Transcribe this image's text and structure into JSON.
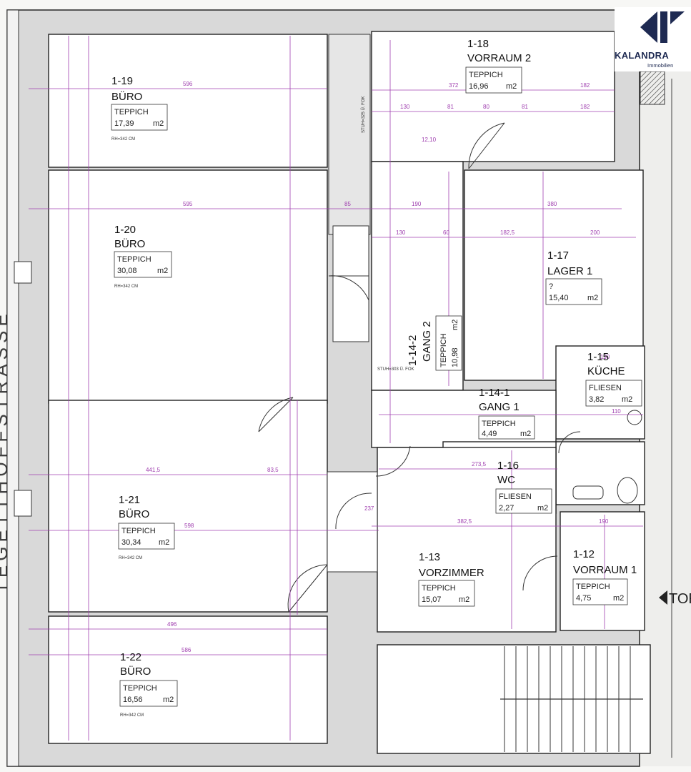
{
  "brand": {
    "name": "KALANDRA",
    "subtitle": "Immobilien"
  },
  "entrance_label": "TOR",
  "street_label": "TEGETTHOFFSTRASSE",
  "rooms": [
    {
      "key": "r19",
      "id": "1-19",
      "name": "BÜRO",
      "floor": "TEPPICH",
      "area": "17,39",
      "unit": "m2",
      "rh": "RH=342 CM"
    },
    {
      "key": "r20",
      "id": "1-20",
      "name": "BÜRO",
      "floor": "TEPPICH",
      "area": "30,08",
      "unit": "m2",
      "rh": "RH=342 CM"
    },
    {
      "key": "r21",
      "id": "1-21",
      "name": "BÜRO",
      "floor": "TEPPICH",
      "area": "30,34",
      "unit": "m2",
      "rh": "RH=342 CM"
    },
    {
      "key": "r22",
      "id": "1-22",
      "name": "BÜRO",
      "floor": "TEPPICH",
      "area": "16,56",
      "unit": "m2",
      "rh": "RH=342 CM"
    },
    {
      "key": "r18",
      "id": "1-18",
      "name": "VORRAUM 2",
      "floor": "TEPPICH",
      "area": "16,96",
      "unit": "m2"
    },
    {
      "key": "r17",
      "id": "1-17",
      "name": "LAGER 1",
      "floor": "?",
      "area": "15,40",
      "unit": "m2"
    },
    {
      "key": "r142",
      "id": "1-14-2",
      "name": "GANG 2",
      "floor": "TEPPICH",
      "area": "10,98",
      "unit": "m2"
    },
    {
      "key": "r15",
      "id": "1-15",
      "name": "KÜCHE",
      "floor": "FLIESEN",
      "area": "3,82",
      "unit": "m2"
    },
    {
      "key": "r141",
      "id": "1-14-1",
      "name": "GANG 1",
      "floor": "TEPPICH",
      "area": "4,49",
      "unit": "m2"
    },
    {
      "key": "r16",
      "id": "1-16",
      "name": "WC",
      "floor": "FLIESEN",
      "area": "2,27",
      "unit": "m2"
    },
    {
      "key": "r13",
      "id": "1-13",
      "name": "VORZIMMER",
      "floor": "TEPPICH",
      "area": "15,07",
      "unit": "m2"
    },
    {
      "key": "r12",
      "id": "1-12",
      "name": "VORRAUM 1",
      "floor": "TEPPICH",
      "area": "4,75",
      "unit": "m2"
    }
  ],
  "dims": {
    "d_596a": "596",
    "d_595": "595",
    "d_4415": "441,5",
    "d_835": "83,5",
    "d_598": "598",
    "d_496": "496",
    "d_586": "586",
    "d_372": "372",
    "d_182a": "182",
    "d_182b": "182",
    "d_130a": "130",
    "d_81a": "81",
    "d_80a": "80",
    "d_81b": "81",
    "d_190a": "190",
    "d_380": "380",
    "d_130b": "130",
    "d_1825": "182,5",
    "d_200": "200",
    "d_85": "85",
    "d_2735": "273,5",
    "d_3825": "382,5",
    "d_190b": "190",
    "d_190c": "190",
    "d_110": "110",
    "d_1210": "12,10",
    "d_60": "60",
    "d_237": "237",
    "stuh_303": "STUH=303 Ü. FOK",
    "stuh_325": "STUH=325 Ü. FOK"
  }
}
